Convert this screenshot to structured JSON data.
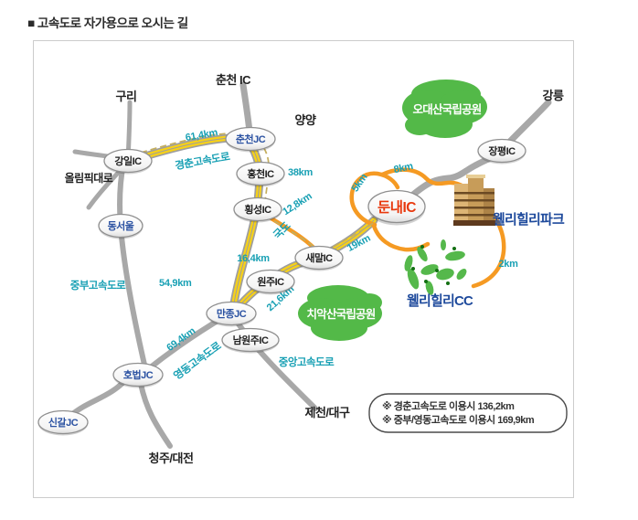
{
  "title": "■ 고속도로 자가용으로 오시는 길",
  "map": {
    "cities": {
      "guri": "구리",
      "chuncheon_ic": "춘천 IC",
      "yangyang": "양양",
      "gangneung": "강릉",
      "olympic_road": "올림픽대로",
      "cheongju_daejeon": "청주/대전",
      "jecheon_daegu": "제천/대구"
    },
    "nodes": {
      "gangil": "강일IC",
      "chuncheon_jc": "춘천JC",
      "hongcheon": "홍천IC",
      "hoengseong": "횡성IC",
      "saemal": "새말IC",
      "wonju": "원주IC",
      "manjong": "만종JC",
      "namwonju": "남원주IC",
      "dongseoul": "동서울",
      "hobeop": "호법JC",
      "singal": "신갈JC",
      "jangpyeong": "장평IC",
      "dunnae": "둔내IC"
    },
    "roads": {
      "gyeongchun": "경춘고속도로",
      "jungbu": "중부고속도로",
      "yeongdong": "영동고속도로",
      "jungang": "중앙고속도로",
      "gukdo": "국도"
    },
    "distances": {
      "d61_4": "61,4km",
      "d38": "38km",
      "d12_8": "12,8km",
      "d19": "19km",
      "d16_4": "16,4km",
      "d21_6": "21,6km",
      "d54_9": "54,9km",
      "d69_4": "69,4km",
      "d5": "5km",
      "d8": "8km",
      "d2": "2km"
    },
    "parks": {
      "odaesan": "오대산국립공원",
      "chiaksan": "치악산국립공원"
    },
    "destinations": {
      "park": "웰리힐리파크",
      "cc": "웰리힐리CC"
    },
    "note": {
      "line1": "※ 경춘고속도로 이용시 136,2km",
      "line2": "※ 중부/영동고속도로 이용시 169,9km"
    },
    "colors": {
      "highway_yellow": "#f7d117",
      "road_orange": "#f59a23",
      "road_gray": "#a8a8a8",
      "label_teal": "#18a0b4",
      "node_blue": "#2b52a2",
      "dunnae_red": "#e8380d",
      "park_green": "#53b948",
      "destination_blue": "#1e4a9c"
    }
  }
}
